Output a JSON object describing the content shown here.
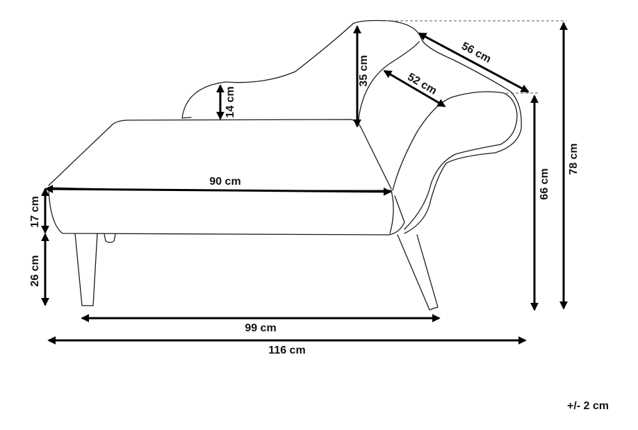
{
  "dimensions": {
    "backrest_top_width": "56 cm",
    "backrest_inner": "52 cm",
    "backrest_height": "35 cm",
    "left_arm_height": "14 cm",
    "seat_depth": "90 cm",
    "seat_cushion_height": "17 cm",
    "leg_height": "26 cm",
    "leg_span": "99 cm",
    "total_length": "116 cm",
    "armrest_height": "66 cm",
    "total_height": "78 cm"
  },
  "tolerance": "+/- 2 cm",
  "colors": {
    "line": "#1a1a1a",
    "arrow": "#000000",
    "guide": "#555555",
    "text": "#111111"
  }
}
